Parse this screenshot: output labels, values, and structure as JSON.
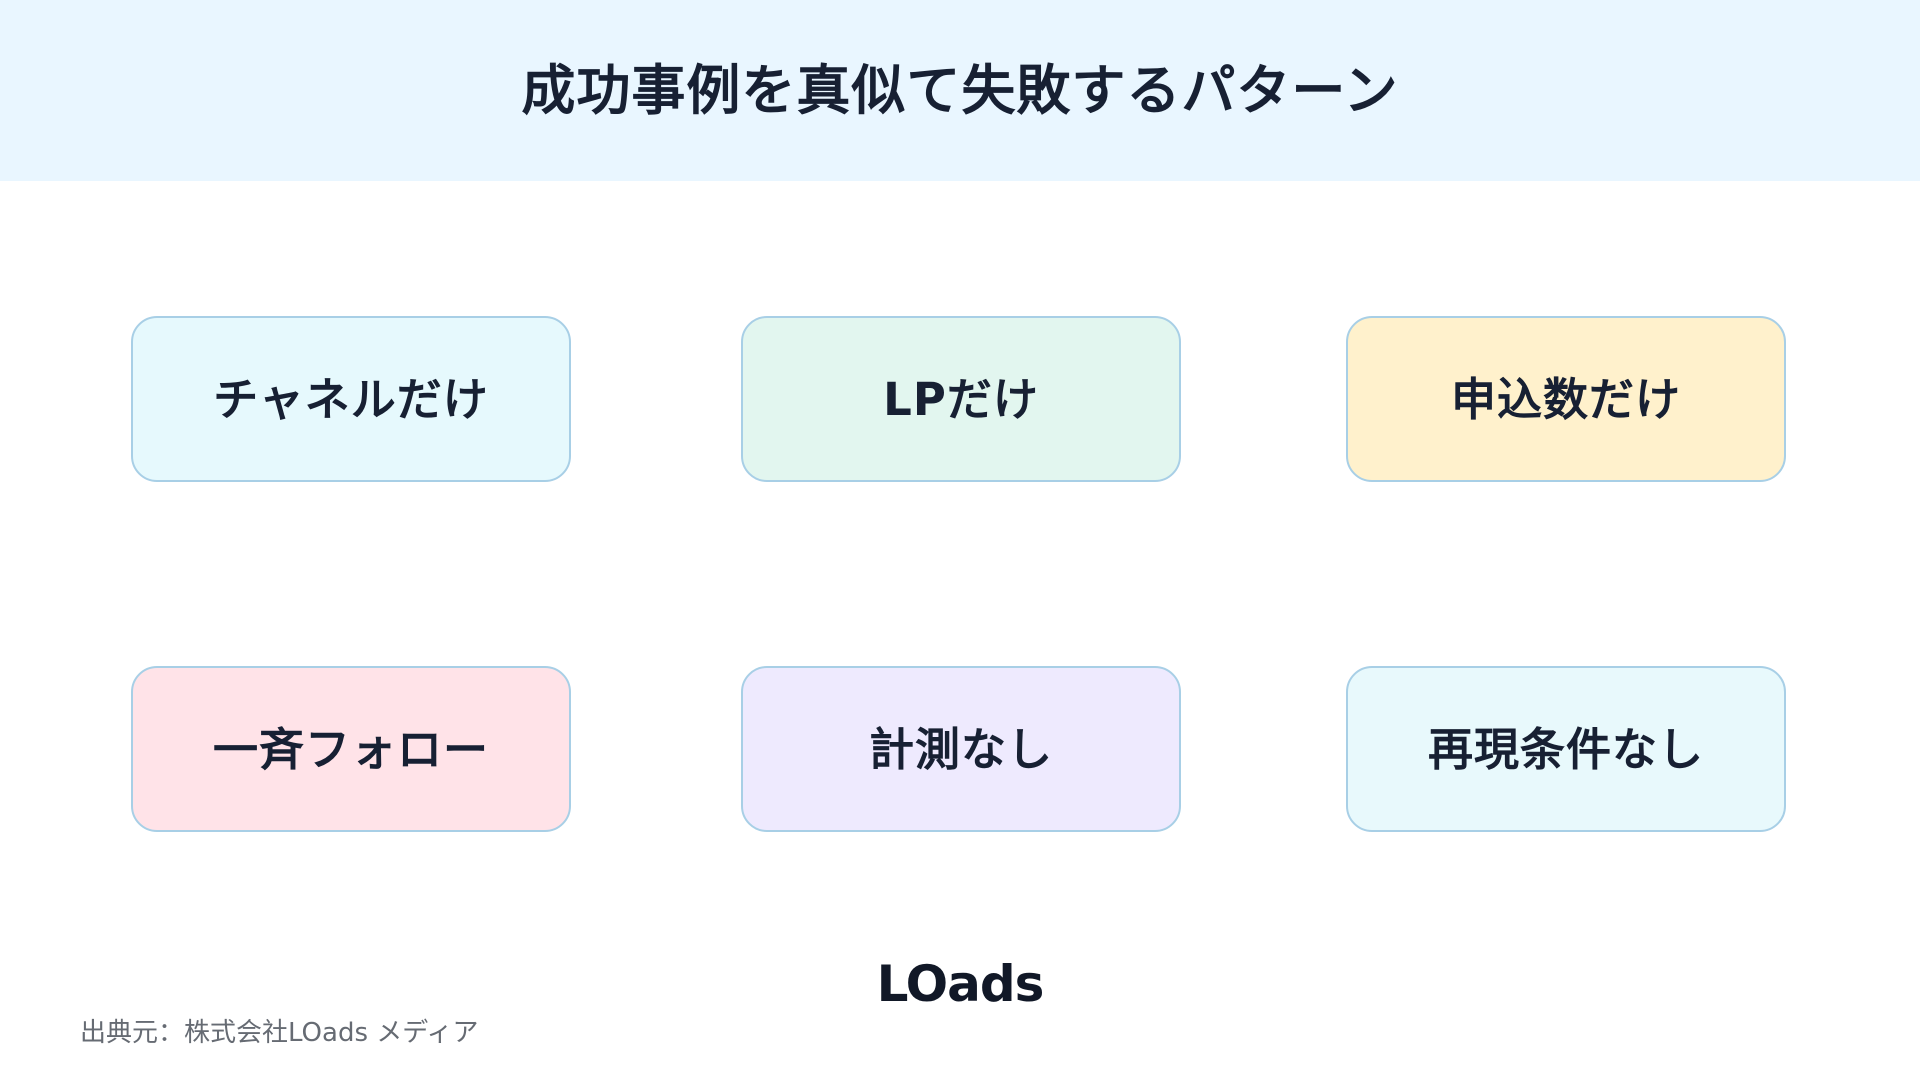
{
  "header": {
    "title": "成功事例を真似て失敗するパターン"
  },
  "cards": [
    {
      "label": "チャネルだけ",
      "color": "#e6f9fd"
    },
    {
      "label": "LPだけ",
      "color": "#e2f6ef"
    },
    {
      "label": "申込数だけ",
      "color": "#fff1cc"
    },
    {
      "label": "一斉フォロー",
      "color": "#ffe3e8"
    },
    {
      "label": "計測なし",
      "color": "#eeeafe"
    },
    {
      "label": "再現条件なし",
      "color": "#e8f9fc"
    }
  ],
  "footer": {
    "logo": "LOads",
    "source": "出典元：株式会社LOads メディア"
  }
}
